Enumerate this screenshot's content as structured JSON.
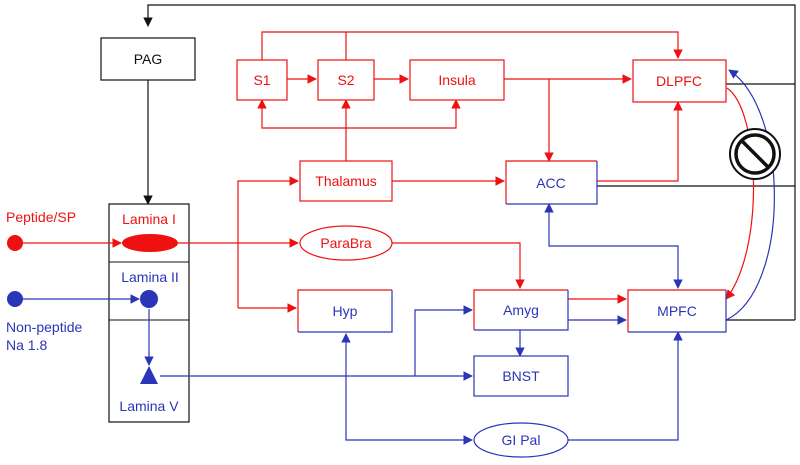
{
  "colors": {
    "red": "#ee1111",
    "blue": "#2b35b8",
    "black": "#111111"
  },
  "nodes": {
    "pag": "PAG",
    "s1": "S1",
    "s2": "S2",
    "insula": "Insula",
    "dlpfc": "DLPFC",
    "thalamus": "Thalamus",
    "acc": "ACC",
    "lamina_i": "Lamina I",
    "lamina_ii": "Lamina II",
    "lamina_v": "Lamina V",
    "parabra": "ParaBra",
    "hyp": "Hyp",
    "amyg": "Amyg",
    "mpfc": "MPFC",
    "bnst": "BNST",
    "gi_pal": "GI Pal"
  },
  "inputs": {
    "peptide": "Peptide/SP",
    "non_peptide_line1": "Non-peptide",
    "non_peptide_line2": "Na 1.8"
  },
  "icons": {
    "blocked": "prohibition-icon"
  }
}
